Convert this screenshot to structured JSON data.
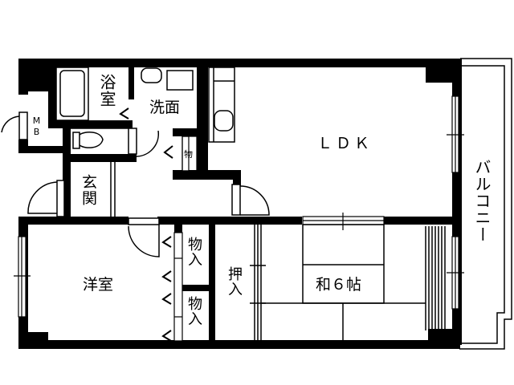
{
  "floor_plan": {
    "colors": {
      "wall": "#000000",
      "background": "#ffffff",
      "line": "#000000"
    },
    "rooms": {
      "bath": {
        "label": "浴室"
      },
      "washroom": {
        "label": "洗面"
      },
      "mb": {
        "label": "MB"
      },
      "storage_small": {
        "label": "物"
      },
      "entrance": {
        "label": "玄関"
      },
      "ldk": {
        "label": "ＬＤＫ"
      },
      "balcony": {
        "label": "バルコニー"
      },
      "western_room": {
        "label": "洋室"
      },
      "closet_1": {
        "label": "物入"
      },
      "closet_2": {
        "label": "物入"
      },
      "oshiire": {
        "label": "押入"
      },
      "japanese_room": {
        "label": "和６帖"
      }
    }
  }
}
